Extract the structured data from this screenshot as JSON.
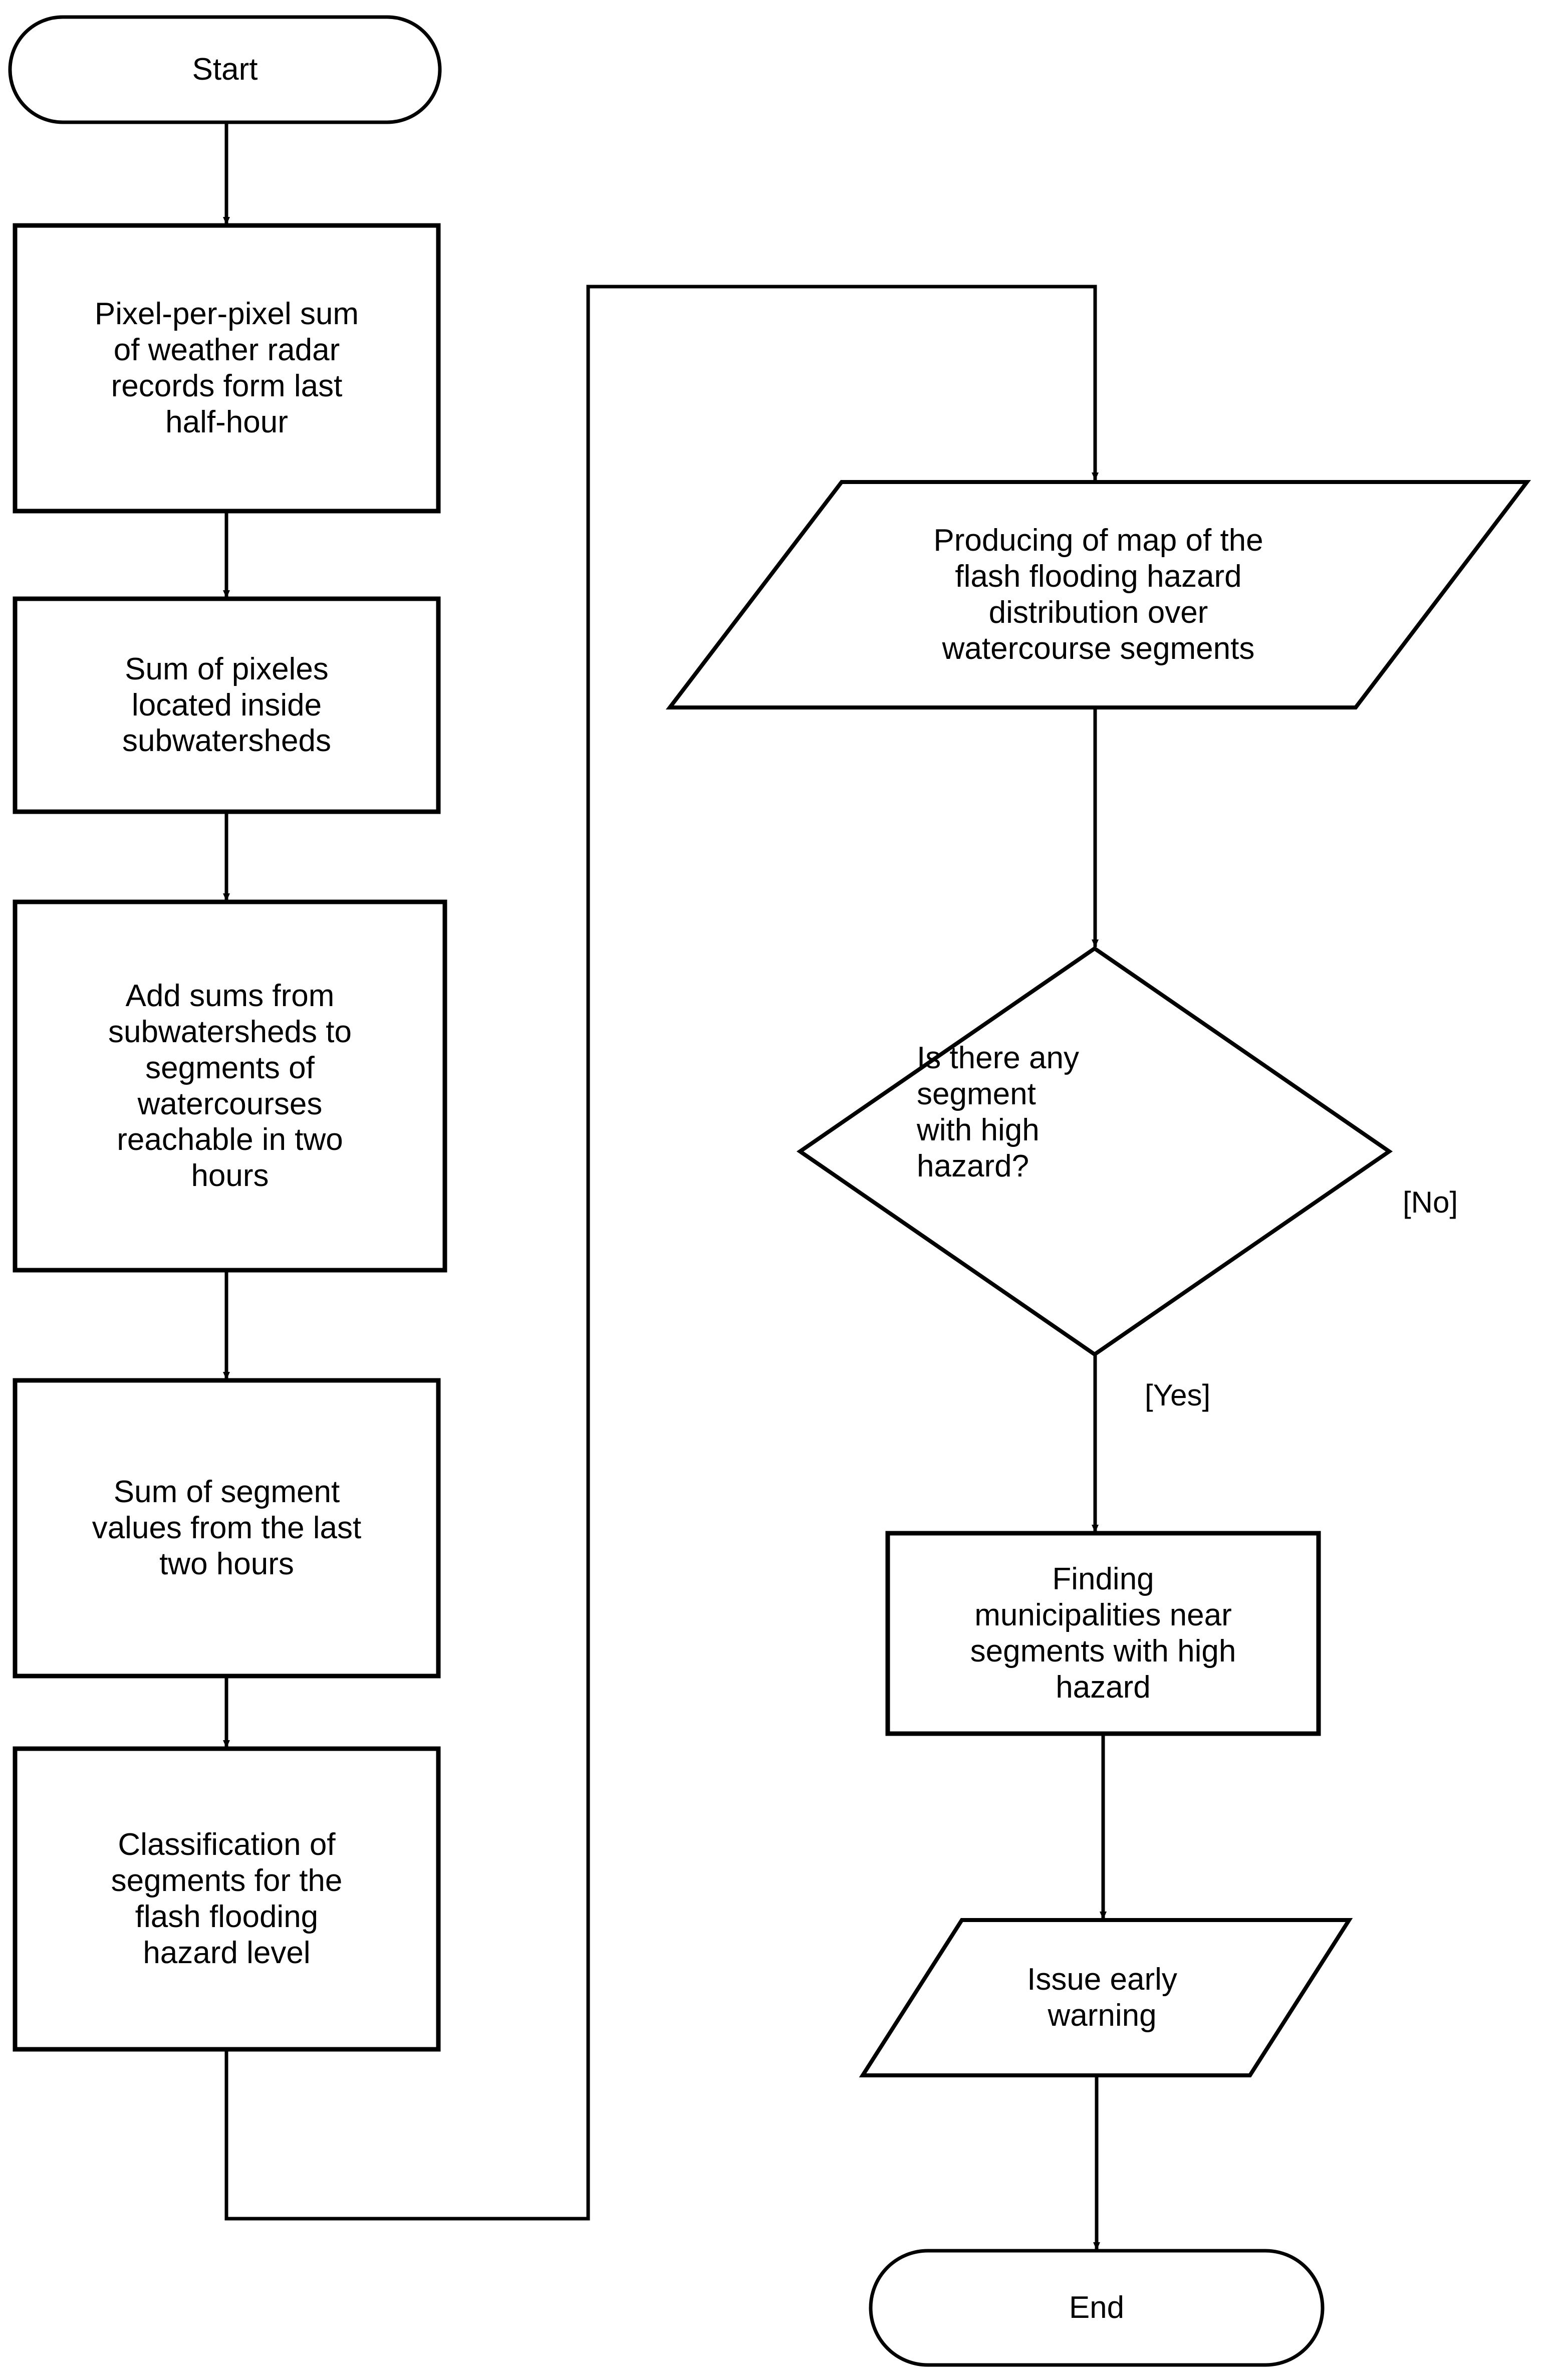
{
  "diagram": {
    "type": "flowchart",
    "title": "Flash flooding early warning flowchart",
    "stroke_color": "#000000",
    "fill_color": "#ffffff",
    "text_color": "#000000"
  },
  "nodes": [
    {
      "id": "start",
      "shape": "terminal",
      "label": "Start"
    },
    {
      "id": "radar-sum",
      "shape": "process",
      "label": "Pixel-per-pixel  sum\nof weather radar\nrecords  form  last\nhalf-hour"
    },
    {
      "id": "pixel-sum-subwatersheds",
      "shape": "process",
      "label": "Sum  of pixeles\nlocated  inside\nsubwatersheds"
    },
    {
      "id": "add-sums-segments",
      "shape": "process",
      "label": "Add  sums from\nsubwatersheds to\nsegments of\nwatercourses\nreachable  in two\nhours"
    },
    {
      "id": "sum-segment-values",
      "shape": "process",
      "label": "Sum  of segment\nvalues  from  the  last\ntwo hours"
    },
    {
      "id": "classification",
      "shape": "process",
      "label": "Classification  of\nsegments for the\nflash flooding\nhazard level"
    },
    {
      "id": "produce-map",
      "shape": "io-parallelogram",
      "label": "Producing  of map of the\nflash flooding  hazard\ndistribution  over\nwatercourse segments"
    },
    {
      "id": "high-hazard-decision",
      "shape": "decision",
      "label": "Is there any\nsegment\nwith high\nhazard?"
    },
    {
      "id": "find-municipalities",
      "shape": "process",
      "label": "Finding\nmunicipalities  near\nsegments with high\nhazard"
    },
    {
      "id": "issue-warning",
      "shape": "io-parallelogram",
      "label": "Issue early\nwarning"
    },
    {
      "id": "end",
      "shape": "terminal",
      "label": "End"
    }
  ],
  "edge_labels": {
    "decision_no": "[No]",
    "decision_yes": "[Yes]"
  }
}
